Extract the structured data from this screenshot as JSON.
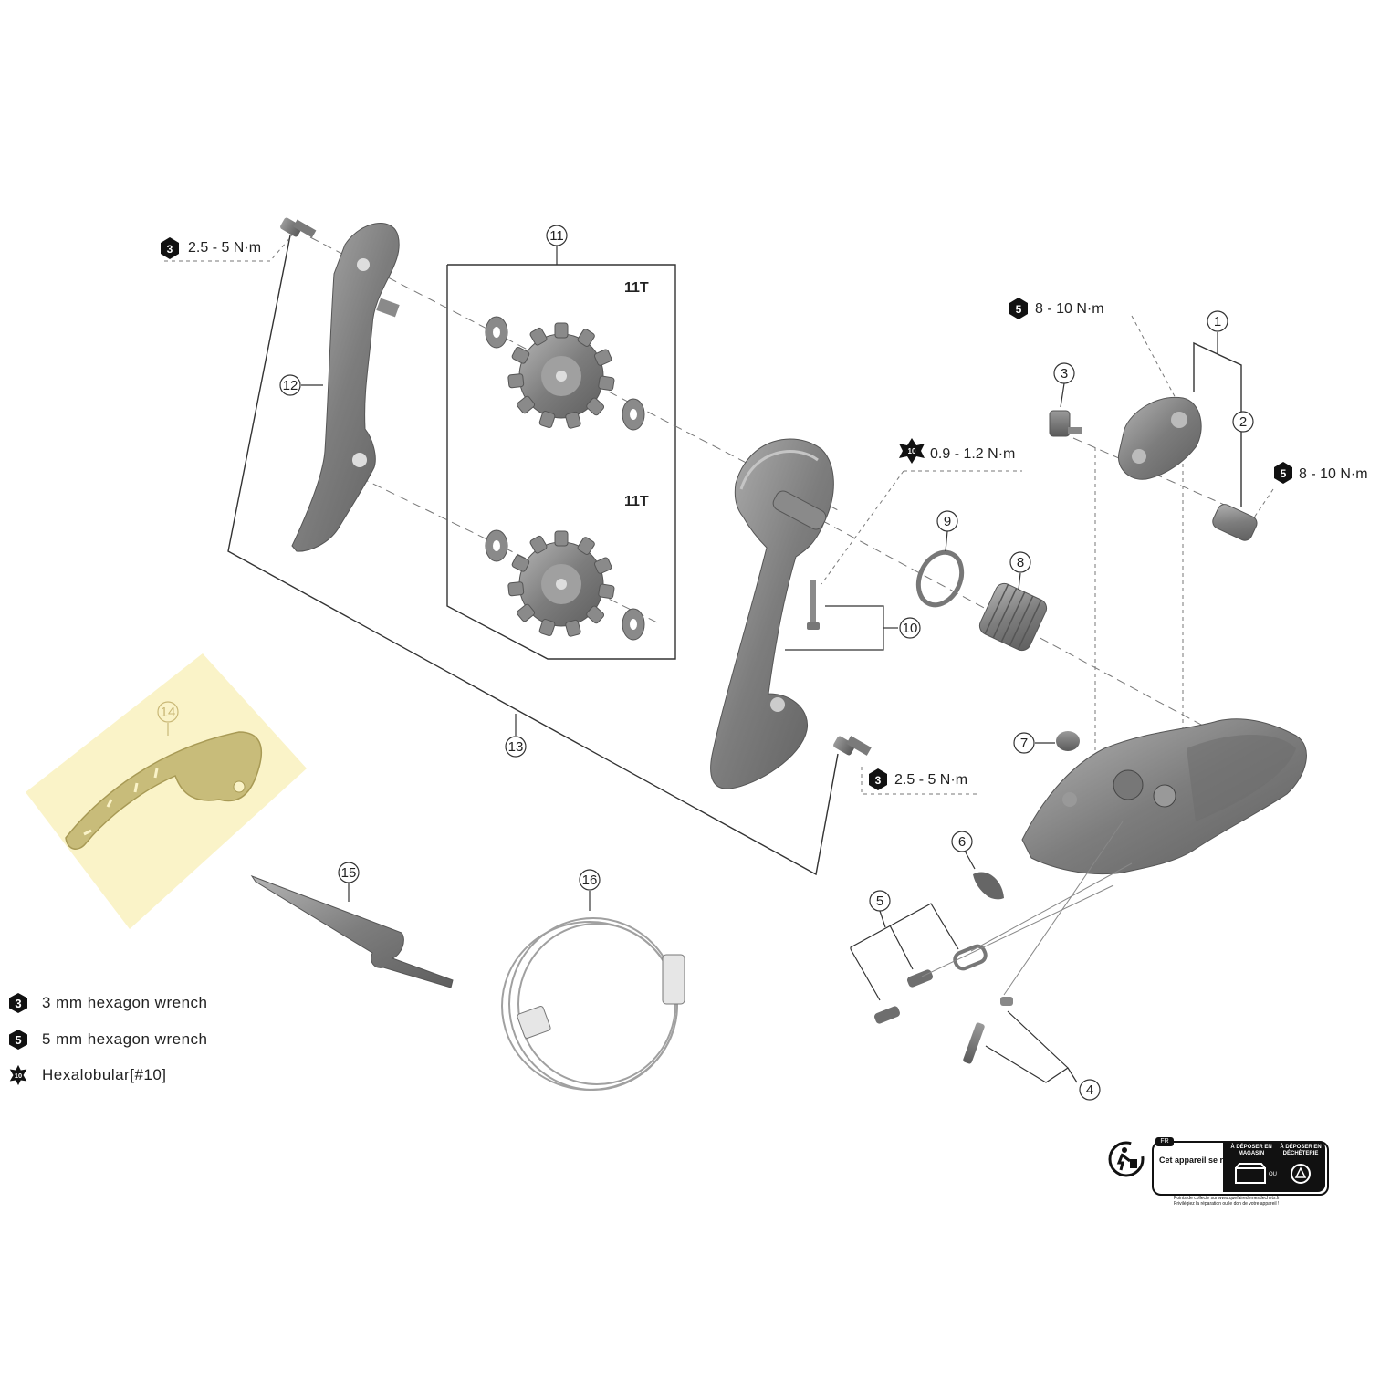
{
  "callouts": {
    "p1": "1",
    "p2": "2",
    "p3": "3",
    "p4": "4",
    "p5": "5",
    "p6": "6",
    "p7": "7",
    "p8": "8",
    "p9": "9",
    "p10": "10",
    "p11": "11",
    "p12": "12",
    "p13": "13",
    "p14": "14",
    "p15": "15",
    "p16": "16"
  },
  "torque": {
    "t_a": "2.5 - 5 N·m",
    "t_b": "8 - 10 N·m",
    "t_c": "8 - 10 N·m",
    "t_d": "0.9 - 1.2 N·m",
    "t_e": "2.5 - 5 N·m"
  },
  "pulleys": {
    "upper": "11T",
    "lower": "11T"
  },
  "tool_icons": {
    "hex3": "3",
    "hex5": "5",
    "hexalobular": "10"
  },
  "legend": [
    {
      "icon": "hex-3-icon",
      "glyph": "3",
      "label": "3 mm hexagon wrench"
    },
    {
      "icon": "hex-5-icon",
      "glyph": "5",
      "label": "5 mm hexagon wrench"
    },
    {
      "icon": "hexalobular-10-icon",
      "glyph": "10",
      "label": "Hexalobular[#10]"
    }
  ],
  "recycling": {
    "badge": "FR",
    "main": "Cet appareil se recycle",
    "drop_store": "À DÉPOSER EN MAGASIN",
    "drop_center": "À DÉPOSER EN DÉCHÈTERIE",
    "or": "OU",
    "footer1": "Points de collecte sur www.quefairedemesdechets.fr",
    "footer2": "Privilégiez la réparation ou le don de votre appareil !"
  },
  "colors": {
    "highlight": "#faf3c8",
    "part": "#8c8c8c",
    "line": "#555555"
  }
}
